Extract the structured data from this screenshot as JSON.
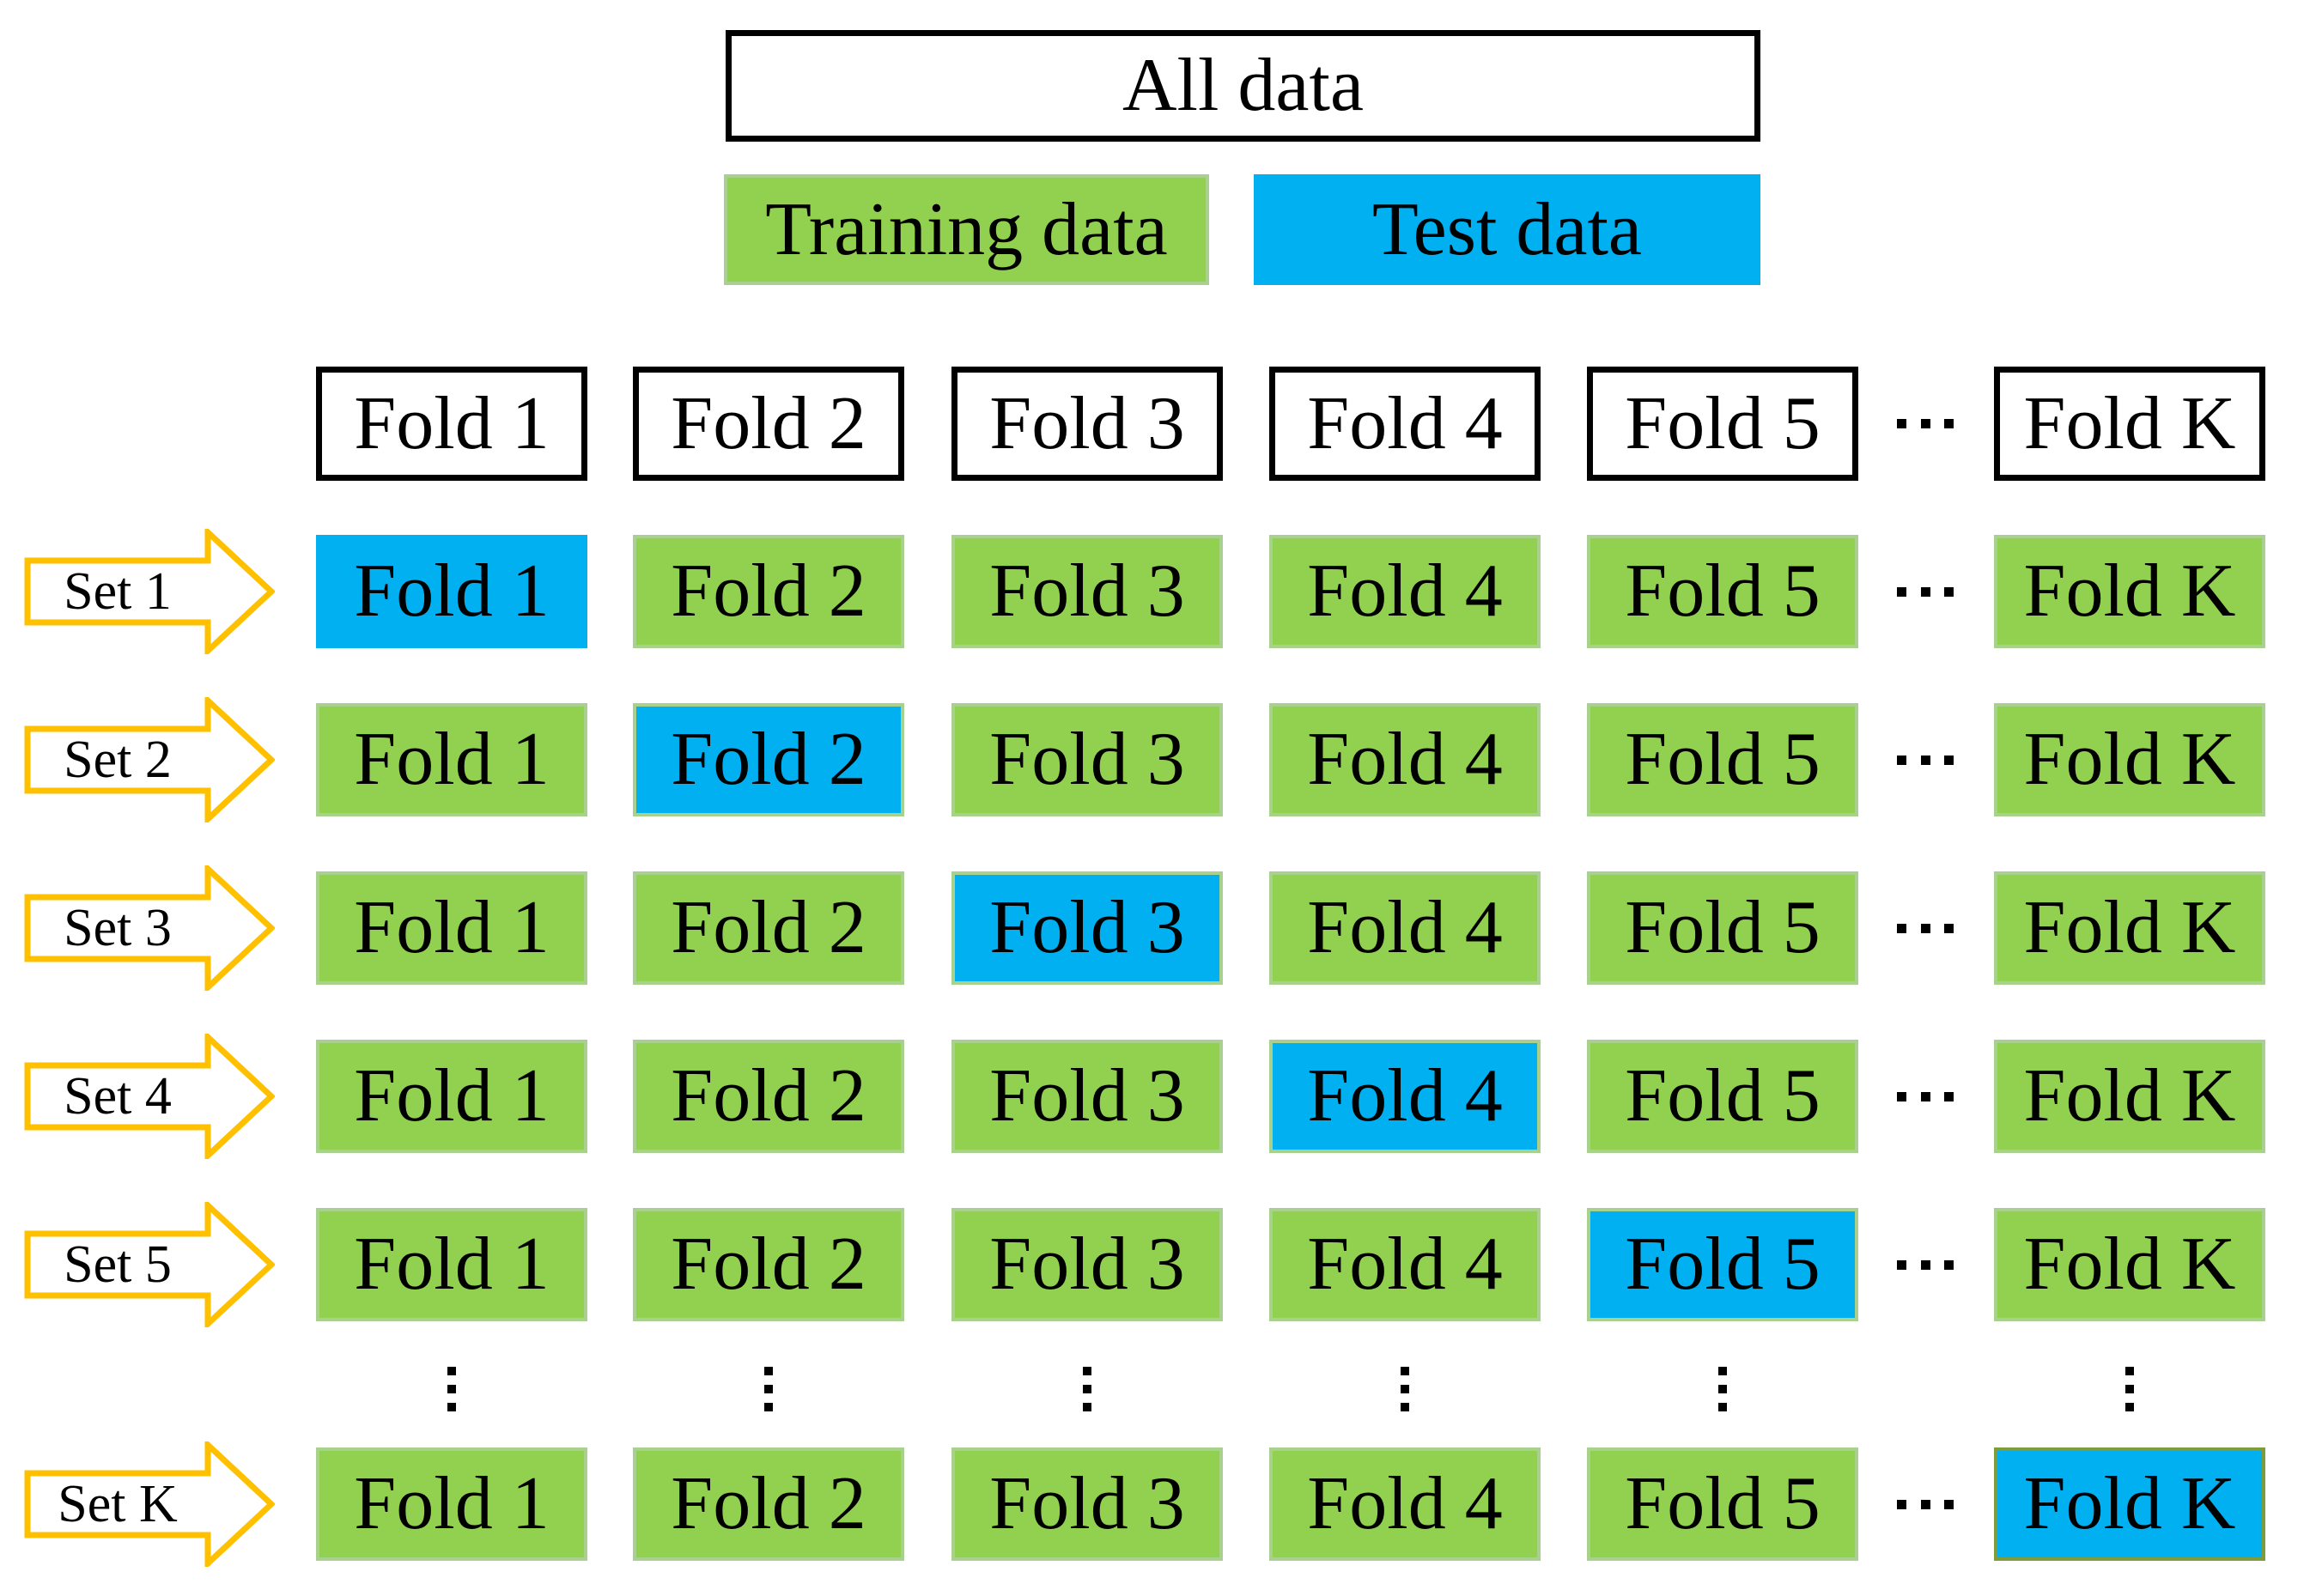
{
  "title_box": {
    "label": "All data"
  },
  "legend": {
    "training_label": "Training data",
    "test_label": "Test data"
  },
  "colors": {
    "training_green": "#92D050",
    "cell_border_green": "#A9D18E",
    "test_blue": "#00B0F0",
    "arrow_gold": "#FFC000",
    "setk_test_border": "#7F9C3C",
    "box_border_black": "#000000"
  },
  "fold_headers": [
    "Fold 1",
    "Fold 2",
    "Fold 3",
    "Fold 4",
    "Fold 5",
    "Fold K"
  ],
  "ellipsis": {
    "horizontal": "...",
    "vertical": "⋮"
  },
  "sets": [
    {
      "label": "Set 1",
      "cells": [
        "Fold 1",
        "Fold 2",
        "Fold 3",
        "Fold 4",
        "Fold 5",
        "Fold K"
      ],
      "test_index": 0,
      "test_border": "none"
    },
    {
      "label": "Set 2",
      "cells": [
        "Fold 1",
        "Fold 2",
        "Fold 3",
        "Fold 4",
        "Fold 5",
        "Fold K"
      ],
      "test_index": 1,
      "test_border": "light"
    },
    {
      "label": "Set 3",
      "cells": [
        "Fold 1",
        "Fold 2",
        "Fold 3",
        "Fold 4",
        "Fold 5",
        "Fold K"
      ],
      "test_index": 2,
      "test_border": "light"
    },
    {
      "label": "Set 4",
      "cells": [
        "Fold 1",
        "Fold 2",
        "Fold 3",
        "Fold 4",
        "Fold 5",
        "Fold K"
      ],
      "test_index": 3,
      "test_border": "light"
    },
    {
      "label": "Set 5",
      "cells": [
        "Fold 1",
        "Fold 2",
        "Fold 3",
        "Fold 4",
        "Fold 5",
        "Fold K"
      ],
      "test_index": 4,
      "test_border": "light"
    },
    {
      "label": "Set K",
      "cells": [
        "Fold 1",
        "Fold 2",
        "Fold 3",
        "Fold 4",
        "Fold 5",
        "Fold K"
      ],
      "test_index": 5,
      "test_border": "olive"
    }
  ]
}
